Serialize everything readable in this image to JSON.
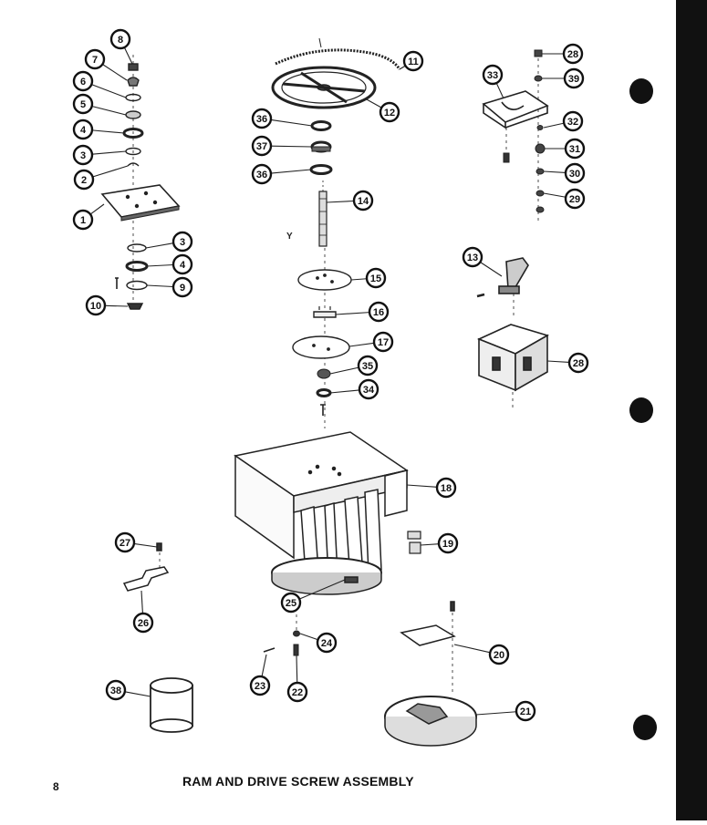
{
  "diagram": {
    "caption": "RAM AND DRIVE SCREW ASSEMBLY",
    "page_number": "8",
    "loose_label": "Y"
  },
  "callouts": [
    {
      "id": "c8",
      "label": "8"
    },
    {
      "id": "c7",
      "label": "7"
    },
    {
      "id": "c6",
      "label": "6"
    },
    {
      "id": "c5",
      "label": "5"
    },
    {
      "id": "c4a",
      "label": "4"
    },
    {
      "id": "c3a",
      "label": "3"
    },
    {
      "id": "c2",
      "label": "2"
    },
    {
      "id": "c1",
      "label": "1"
    },
    {
      "id": "c3b",
      "label": "3"
    },
    {
      "id": "c4b",
      "label": "4"
    },
    {
      "id": "c9",
      "label": "9"
    },
    {
      "id": "c10",
      "label": "10"
    },
    {
      "id": "c11",
      "label": "11"
    },
    {
      "id": "c12",
      "label": "12"
    },
    {
      "id": "c36a",
      "label": "36"
    },
    {
      "id": "c37",
      "label": "37"
    },
    {
      "id": "c36b",
      "label": "36"
    },
    {
      "id": "c14",
      "label": "14"
    },
    {
      "id": "c15",
      "label": "15"
    },
    {
      "id": "c16",
      "label": "16"
    },
    {
      "id": "c17",
      "label": "17"
    },
    {
      "id": "c35",
      "label": "35"
    },
    {
      "id": "c34",
      "label": "34"
    },
    {
      "id": "c18",
      "label": "18"
    },
    {
      "id": "c19",
      "label": "19"
    },
    {
      "id": "c25",
      "label": "25"
    },
    {
      "id": "c24",
      "label": "24"
    },
    {
      "id": "c22",
      "label": "22"
    },
    {
      "id": "c23",
      "label": "23"
    },
    {
      "id": "c27",
      "label": "27"
    },
    {
      "id": "c26",
      "label": "26"
    },
    {
      "id": "c38",
      "label": "38"
    },
    {
      "id": "c28a",
      "label": "28"
    },
    {
      "id": "c39",
      "label": "39"
    },
    {
      "id": "c33",
      "label": "33"
    },
    {
      "id": "c32",
      "label": "32"
    },
    {
      "id": "c31",
      "label": "31"
    },
    {
      "id": "c30",
      "label": "30"
    },
    {
      "id": "c29",
      "label": "29"
    },
    {
      "id": "c13",
      "label": "13"
    },
    {
      "id": "c28b",
      "label": "28"
    },
    {
      "id": "c20",
      "label": "20"
    },
    {
      "id": "c21",
      "label": "21"
    }
  ]
}
